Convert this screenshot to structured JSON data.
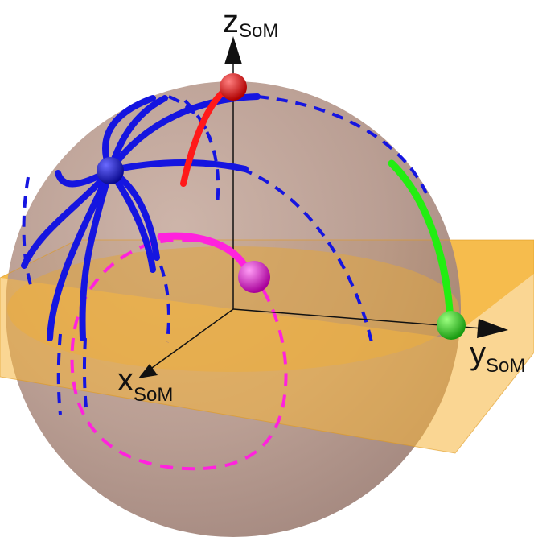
{
  "axes": {
    "z": {
      "symbol": "z",
      "subscript": "SoM"
    },
    "y": {
      "symbol": "y",
      "subscript": "SoM"
    },
    "x": {
      "symbol": "x",
      "subscript": "SoM"
    }
  },
  "colors": {
    "sphere": "#b89a8c",
    "plane": "#f5b53a",
    "axis": "#111111",
    "blue": "#1515e0",
    "red": "#ff1a1a",
    "green": "#22ee11",
    "magenta": "#ff22dd"
  }
}
